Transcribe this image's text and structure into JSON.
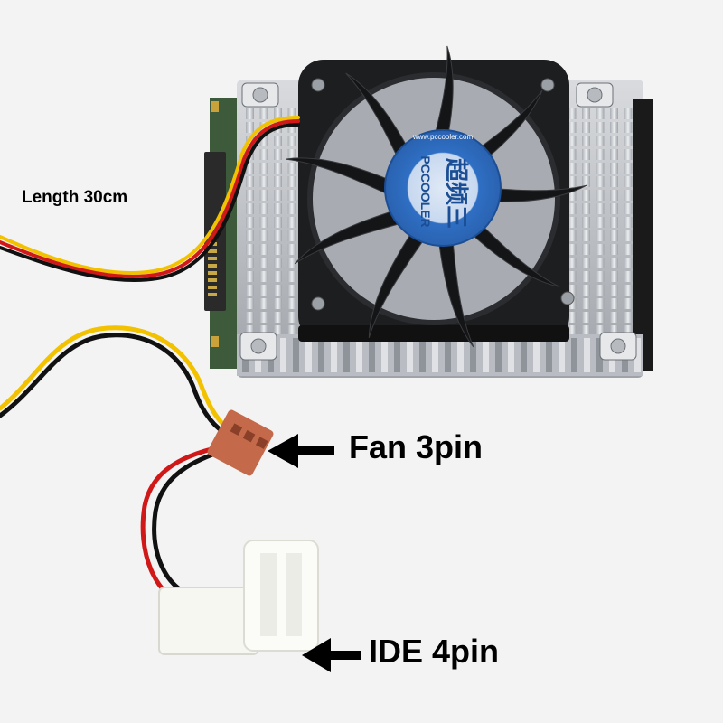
{
  "labels": {
    "length": "Length 30cm",
    "fan": "Fan 3pin",
    "ide": "IDE 4pin"
  },
  "fan_hub": {
    "brand_big": "超频三",
    "brand": "PCCOOLER",
    "url": "www.pccooler.com"
  },
  "colors": {
    "background": "#f3f3f3",
    "heatsink": "#c9cbcf",
    "fan_frame": "#1d1e20",
    "hub_sticker": "#2f6fc4",
    "wire_yellow": "#f2c200",
    "wire_red": "#d01818",
    "wire_black": "#111111",
    "fan_connector": "#c46a4a",
    "molex_connector": "#f7f7f2",
    "arrow": "#000000"
  }
}
